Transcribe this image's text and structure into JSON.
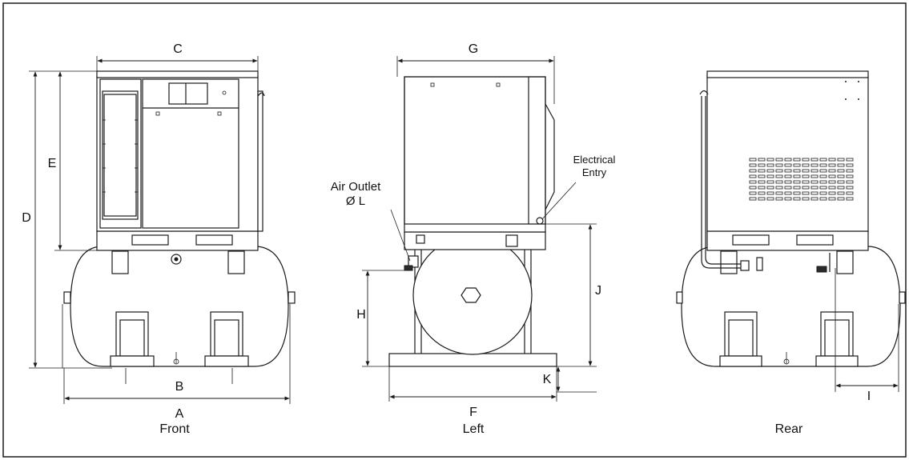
{
  "dimensions": {
    "A": "A",
    "B": "B",
    "C": "C",
    "D": "D",
    "E": "E",
    "F": "F",
    "G": "G",
    "H": "H",
    "I": "I",
    "J": "J",
    "K": "K"
  },
  "callouts": {
    "air_outlet_line1": "Air Outlet",
    "air_outlet_line2": "Ø L",
    "electrical_line1": "Electrical",
    "electrical_line2": "Entry"
  },
  "views": {
    "front": "Front",
    "left": "Left",
    "rear": "Rear"
  }
}
